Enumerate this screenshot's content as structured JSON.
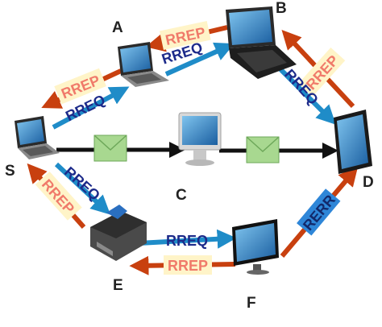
{
  "nodes": {
    "S": {
      "label": "S",
      "device": "laptop"
    },
    "A": {
      "label": "A",
      "device": "laptop"
    },
    "B": {
      "label": "B",
      "device": "tablet-pc"
    },
    "C": {
      "label": "C",
      "device": "desktop-monitor"
    },
    "D": {
      "label": "D",
      "device": "tablet"
    },
    "E": {
      "label": "E",
      "device": "printer"
    },
    "F": {
      "label": "F",
      "device": "lcd-monitor"
    }
  },
  "messages": {
    "rreq": "RREQ",
    "rrep": "RREP",
    "rerr": "RERR"
  },
  "colors": {
    "rreq_arrow": "#1f8cc8",
    "rreq_text": "#1c2a8a",
    "rrep_arrow": "#c8400f",
    "rrep_text": "#f07a6a",
    "rrep_box": "#fff4c8",
    "rerr_box": "#2e86d8",
    "rerr_text": "#12296b",
    "data_arrow": "#111111",
    "envelope": "#a8d890"
  }
}
